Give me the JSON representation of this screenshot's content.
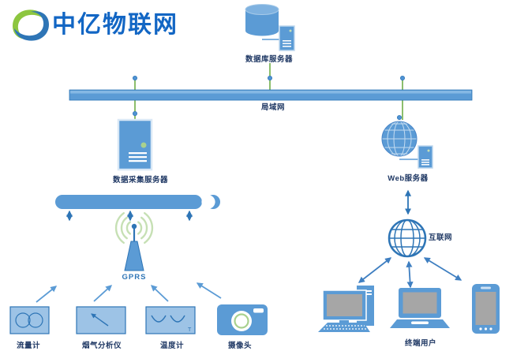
{
  "logo": {
    "text": "中亿物联网"
  },
  "diagram": {
    "database_server": {
      "label": "数据库服务器"
    },
    "lan_bus": {
      "label": "局域网"
    },
    "collect_server": {
      "label": "数据采集服务器"
    },
    "gprs": {
      "label": "GPRS"
    },
    "web_server": {
      "label": "Web服务器"
    },
    "internet": {
      "label": "互联网"
    },
    "sensors": [
      {
        "label": "流量计"
      },
      {
        "label": "烟气分析仪"
      },
      {
        "label": "温度计",
        "marker": "T"
      },
      {
        "label": "摄像头"
      }
    ],
    "clients": {
      "label": "终端用户"
    }
  },
  "colors": {
    "primary_blue": "#5b9bd5",
    "dark_blue": "#2e75b6",
    "light_blue_fill": "#9dc3e6",
    "label_navy": "#1f3864",
    "logo_blue": "#1266c4",
    "logo_green": "#8dc63f",
    "connector_green": "#70ad47",
    "radio_arc_green": "#c6e0b4",
    "screen_gray": "#a6a6a6"
  }
}
